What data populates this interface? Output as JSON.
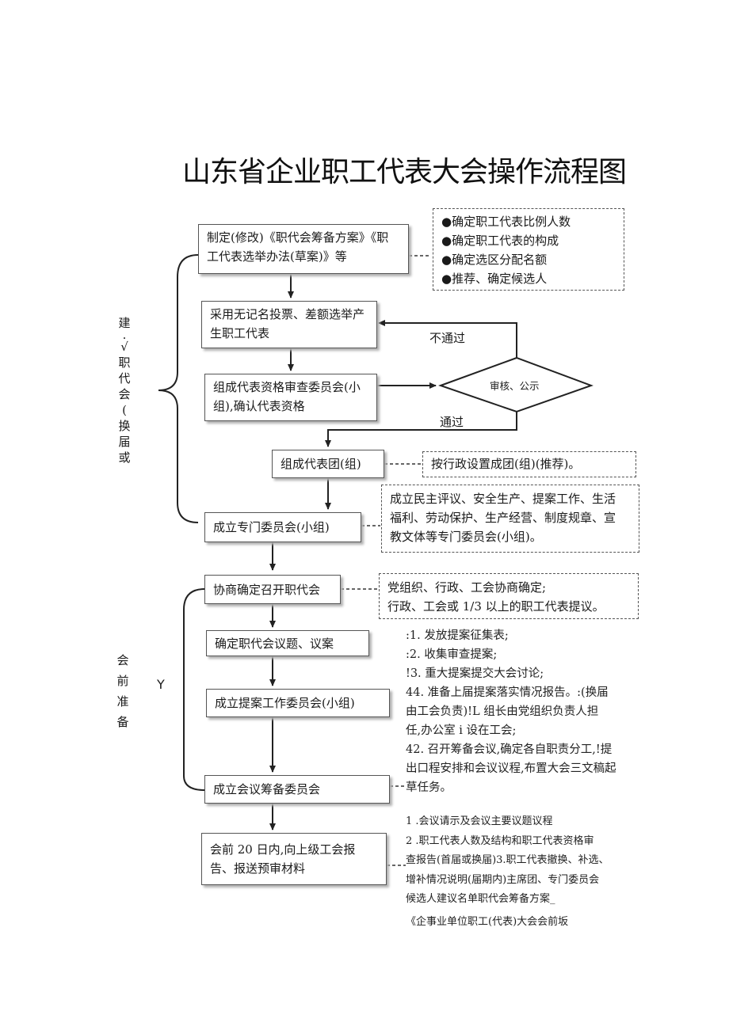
{
  "title": "山东省企业职工代表大会操作流程图",
  "steps": [
    "制定(修改)《职代会筹备方案》《职工代表选举办法(草案)》等",
    "采用无记名投票、差额选举产生职工代表",
    "组成代表资格审查委员会(小组),确认代表资格",
    "组成代表团(组)",
    "成立专门委员会(小组)",
    "协商确定召开职代会",
    "确定职代会议题、议案",
    "成立提案工作委员会(小组)",
    "成立会议筹备委员会",
    "会前 20 日内,向上级工会报告、报送预审材料"
  ],
  "review": {
    "label": "审核、公示",
    "fail": "不通过",
    "pass": "通过"
  },
  "notes": {
    "ratio": [
      "●确定职工代表比例人数",
      "●确定职工代表的构成",
      "●确定选区分配名额",
      "●推荐、确定候选人"
    ],
    "delegation": "按行政设置成团(组)(推荐)。",
    "committees": [
      "成立民主评议、安全生产、提案工作、生活",
      "福利、劳动保护、生产经营、制度规章、宣",
      "教文体等专门委员会(小组)。"
    ],
    "consult": [
      "党组织、行政、工会协商确定;",
      "行政、工会或 1/3 以上的职工代表提议。"
    ],
    "proposal": [
      ":1. 发放提案征集表;",
      ":2. 收集审查提案;",
      "!3. 重大提案提交大会讨论;",
      "44. 准备上届提案落实情况报告。:(换届",
      "由工会负责)!L 组长由党组织负责人担",
      "任,办公室 i 设在工会;",
      "42. 召开筹备会议,确定各自职责分工,!提",
      "出口程安排和会议议程,布置大会三文稿起",
      "草任务。"
    ],
    "report": [
      "1 .会议请示及会议主要议题议程",
      "2 .职工代表人数及结构和职工代表资格审",
      "查报告(首届或换届)3.职工代表撤换、补选、",
      "增补情况说明(届期内)主席团、专门委员会",
      "候选人建议名单职代会筹备方案_",
      "《企事业单位职工(代表)大会会前坂"
    ]
  },
  "side_labels": {
    "upper": [
      "建",
      ".",
      "√",
      "职",
      "代",
      "会",
      "(",
      "换",
      "届",
      "或"
    ],
    "lower": [
      "会",
      "前",
      "准",
      "备"
    ],
    "y_mark": "Y"
  }
}
